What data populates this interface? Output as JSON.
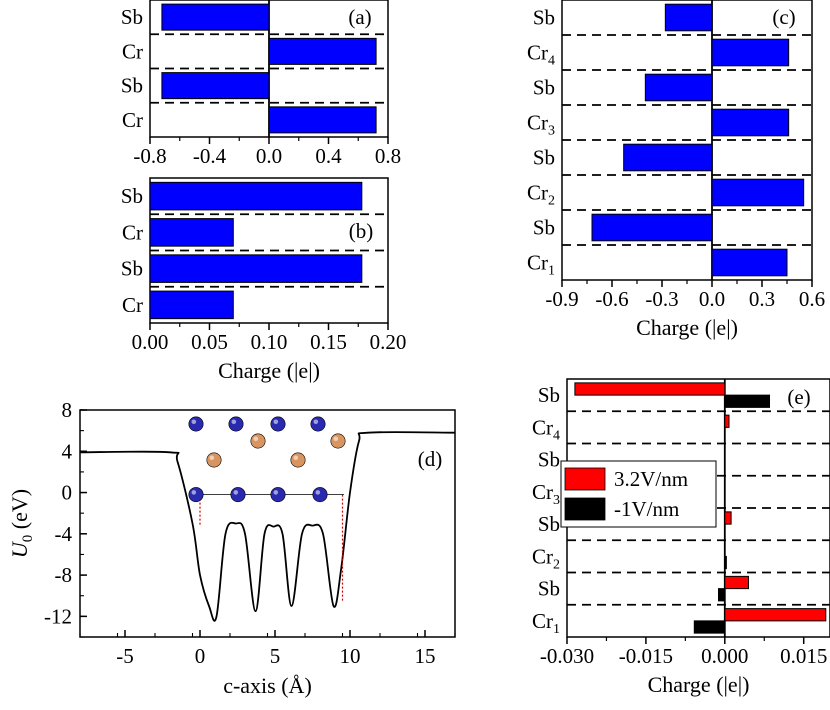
{
  "chart_data": [
    {
      "panel": "(a)",
      "type": "bar",
      "orientation": "horizontal",
      "categories": [
        "Sb",
        "Cr",
        "Sb",
        "Cr"
      ],
      "values": [
        -0.72,
        0.72,
        -0.72,
        0.72
      ],
      "xlim": [
        -0.8,
        0.8
      ],
      "xticks": [
        "-0.8",
        "-0.4",
        "0.0",
        "0.4",
        "0.8"
      ],
      "xlabel": "",
      "bar_color": "#0000ff"
    },
    {
      "panel": "(b)",
      "type": "bar",
      "orientation": "horizontal",
      "categories": [
        "Sb",
        "Cr",
        "Sb",
        "Cr"
      ],
      "values": [
        0.178,
        0.07,
        0.178,
        0.07
      ],
      "xlim": [
        0.0,
        0.2
      ],
      "xticks": [
        "0.00",
        "0.05",
        "0.10",
        "0.15",
        "0.20"
      ],
      "xlabel": "Charge (|e|)",
      "bar_color": "#0000ff"
    },
    {
      "panel": "(c)",
      "type": "bar",
      "orientation": "horizontal",
      "categories": [
        {
          "main": "Sb",
          "sub": ""
        },
        {
          "main": "Cr",
          "sub": "4"
        },
        {
          "main": "Sb",
          "sub": ""
        },
        {
          "main": "Cr",
          "sub": "3"
        },
        {
          "main": "Sb",
          "sub": ""
        },
        {
          "main": "Cr",
          "sub": "2"
        },
        {
          "main": "Sb",
          "sub": ""
        },
        {
          "main": "Cr",
          "sub": "1"
        }
      ],
      "values": [
        -0.28,
        0.46,
        -0.4,
        0.46,
        -0.53,
        0.55,
        -0.72,
        0.45
      ],
      "xlim": [
        -0.9,
        0.6
      ],
      "xticks": [
        "-0.9",
        "-0.6",
        "-0.3",
        "0.0",
        "0.3",
        "0.6"
      ],
      "xlabel": "Charge (|e|)",
      "bar_color": "#0000ff"
    },
    {
      "panel": "(d)",
      "type": "line",
      "x": [
        -8,
        -2,
        -1.5,
        -0.5,
        0.0,
        0.6,
        1.1,
        1.7,
        2.4,
        3.0,
        3.7,
        4.3,
        4.9,
        5.5,
        6.1,
        6.8,
        7.5,
        8.2,
        8.9,
        9.4,
        10.0,
        10.6,
        11.2,
        17
      ],
      "y": [
        3.9,
        3.9,
        3.0,
        -3.0,
        -8.0,
        -11.0,
        -12.0,
        -4.0,
        -3.0,
        -4.0,
        -11.5,
        -4.0,
        -3.3,
        -4.0,
        -11.0,
        -4.0,
        -3.2,
        -4.0,
        -11.0,
        -7.5,
        0.0,
        5.0,
        5.8,
        5.8
      ],
      "xlim": [
        -8,
        17
      ],
      "ylim": [
        -14,
        8
      ],
      "xticks": [
        "-5",
        "0",
        "5",
        "10",
        "15"
      ],
      "yticks": [
        "8",
        "4",
        "0",
        "-4",
        "-8",
        "-12"
      ],
      "xlabel": "c-axis (Å)",
      "ylabel_main": "U",
      "ylabel_sub": "0",
      "ylabel_rest": " (eV)",
      "markers_x": [
        0.0,
        9.5
      ],
      "inset": "crystal structure of Cr (blue) and Sb (orange) atoms",
      "line_color": "#000000",
      "marker_color": "#cc0000",
      "blue_atom_color": "#2a2ab0",
      "orange_atom_color": "#d99560"
    },
    {
      "panel": "(e)",
      "type": "bar",
      "orientation": "horizontal",
      "categories": [
        {
          "main": "Sb",
          "sub": ""
        },
        {
          "main": "Cr",
          "sub": "4"
        },
        {
          "main": "Sb",
          "sub": ""
        },
        {
          "main": "Cr",
          "sub": "3"
        },
        {
          "main": "Sb",
          "sub": ""
        },
        {
          "main": "Cr",
          "sub": "2"
        },
        {
          "main": "Sb",
          "sub": ""
        },
        {
          "main": "Cr",
          "sub": "1"
        }
      ],
      "series": [
        {
          "name": "3.2V/nm",
          "color": "#ff0000",
          "values": [
            -0.0285,
            0.0008,
            0.0,
            0.0,
            0.0012,
            0.0,
            0.0045,
            0.0192
          ]
        },
        {
          "name": "-1V/nm",
          "color": "#000000",
          "values": [
            0.0085,
            0.0,
            0.0,
            0.0,
            0.0,
            0.0003,
            -0.0012,
            -0.0058
          ]
        }
      ],
      "xlim": [
        -0.03,
        0.02
      ],
      "xticks": [
        "-0.030",
        "-0.015",
        "0.000",
        "0.015"
      ],
      "xlabel": "Charge (|e|)"
    }
  ]
}
